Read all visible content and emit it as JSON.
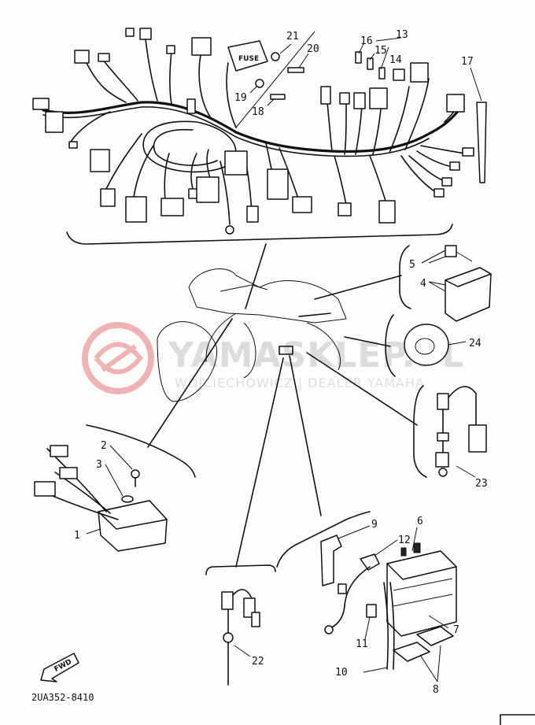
{
  "diagram": {
    "drawing_code": "2UA352-8410",
    "fuse_text": "FUSE",
    "fwd_text": "FWD",
    "watermark": {
      "brand": "YAMASKLEP.PL",
      "subtitle": "WOJCIECHOWICZ | DEALER YAMAHA",
      "logo_color": "#e8a0a0"
    },
    "part_numbers": [
      "1",
      "2",
      "3",
      "4",
      "5",
      "6",
      "7",
      "8",
      "9",
      "10",
      "11",
      "12",
      "13",
      "14",
      "15",
      "16",
      "17",
      "18",
      "19",
      "20",
      "21",
      "22",
      "23",
      "24"
    ]
  }
}
